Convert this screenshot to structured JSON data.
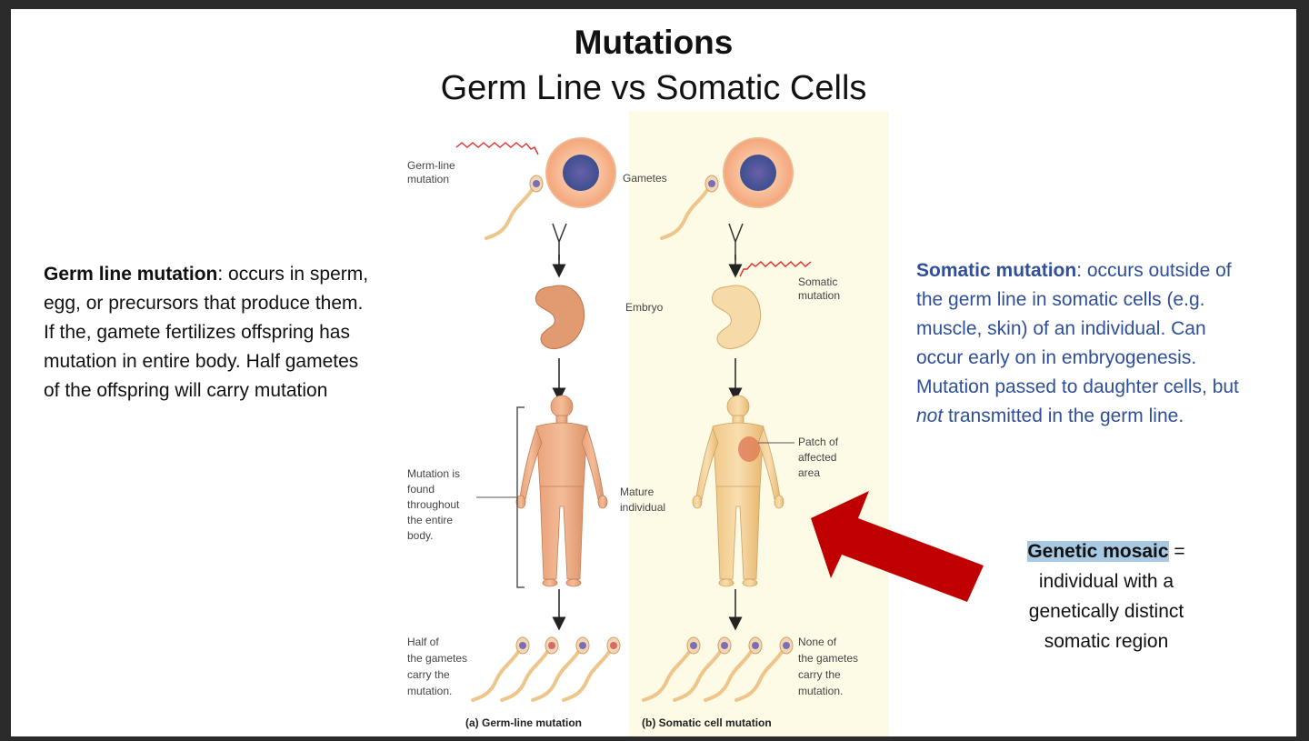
{
  "slide": {
    "title": "Mutations",
    "subtitle": "Germ Line vs Somatic Cells"
  },
  "left_note": {
    "term": "Germ line mutation",
    "text": ": occurs in sperm, egg, or precursors that produce them. If the, gamete fertilizes offspring has mutation in entire body. Half gametes of the offspring will carry mutation"
  },
  "right_note": {
    "term": "Somatic mutation",
    "text_before": ": occurs outside of the germ line in somatic cells (e.g. muscle, skin) of an individual. Can occur early on in embryogenesis. Mutation passed to daughter cells, but ",
    "emphasis": "not",
    "text_after": " transmitted in the germ line."
  },
  "mosaic_note": {
    "term": "Genetic mosaic",
    "text": " = individual with a genetically distinct somatic region"
  },
  "figure": {
    "labels": {
      "germ_line_mutation": [
        "Germ-line",
        "mutation"
      ],
      "gametes": "Gametes",
      "embryo": "Embryo",
      "somatic_mutation": [
        "Somatic",
        "mutation"
      ],
      "mutation_found": [
        "Mutation is",
        "found",
        "throughout",
        "the entire",
        "body."
      ],
      "mature_individual": [
        "Mature",
        "individual"
      ],
      "patch": [
        "Patch of",
        "affected",
        "area"
      ],
      "half_gametes": [
        "Half of",
        "the gametes",
        "carry the",
        "mutation."
      ],
      "none_gametes": [
        "None of",
        "the gametes",
        "carry the",
        "mutation."
      ]
    },
    "captions": {
      "a": "(a) Germ-line mutation",
      "b": "(b) Somatic cell mutation"
    },
    "colors": {
      "background_panel_b": "#fdfbe6",
      "arrow": "#c00000",
      "mutation_zigzag": "#e23030"
    }
  }
}
